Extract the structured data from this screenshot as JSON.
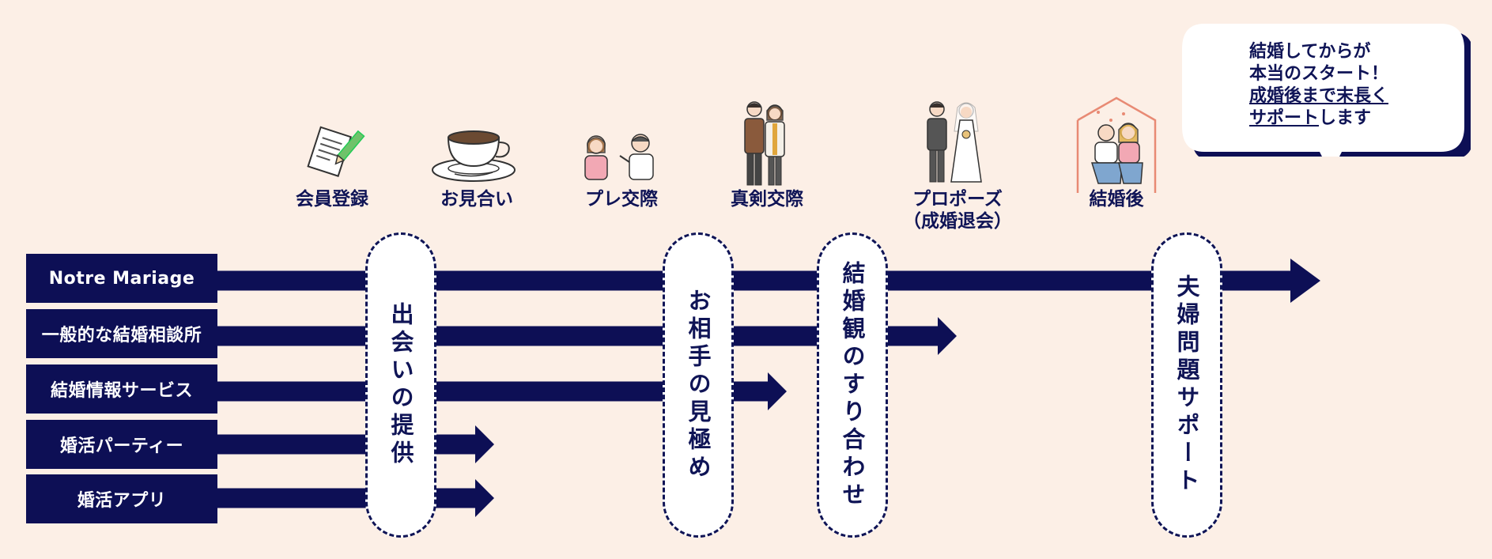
{
  "colors": {
    "background": "#fcefe6",
    "navy": "#0d0f55",
    "text": "#0f1456",
    "white": "#ffffff"
  },
  "stages": [
    {
      "id": "register",
      "label": "会員登録",
      "icon": "document-pen-icon"
    },
    {
      "id": "omiai",
      "label": "お見合い",
      "icon": "coffee-cup-icon"
    },
    {
      "id": "pre",
      "label": "プレ交際",
      "icon": "couple-chatting-icon"
    },
    {
      "id": "shinken",
      "label": "真剣交際",
      "icon": "couple-standing-icon"
    },
    {
      "id": "propose",
      "label": "プロポーズ\n（成婚退会）",
      "icon": "wedding-couple-icon"
    },
    {
      "id": "married",
      "label": "結婚後",
      "icon": "couple-at-home-icon"
    }
  ],
  "services": [
    {
      "label": "Notre Mariage",
      "reach": "end"
    },
    {
      "label": "一般的な結婚相談所",
      "reach": "after-values"
    },
    {
      "label": "結婚情報サービス",
      "reach": "after-judging"
    },
    {
      "label": "婚活パーティー",
      "reach": "after-meeting"
    },
    {
      "label": "婚活アプリ",
      "reach": "after-meeting"
    }
  ],
  "phases": [
    {
      "id": "meeting",
      "text": "出会いの提供"
    },
    {
      "id": "judging",
      "text": "お相手の見極め"
    },
    {
      "id": "values",
      "text": "結婚観のすり合わせ"
    },
    {
      "id": "couple",
      "text": "夫婦問題サポート"
    }
  ],
  "callout": {
    "line1": "結婚してからが",
    "line2": "本当のスタート！",
    "line3_underlined": "成婚後まで末長く",
    "line4_underlined": "サポート",
    "line4_rest": "します"
  }
}
